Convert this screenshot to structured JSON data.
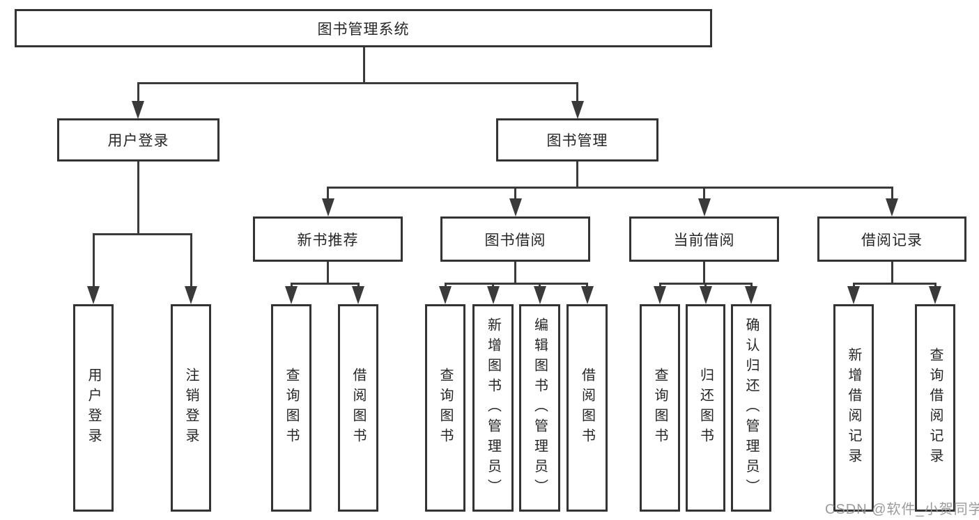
{
  "colors": {
    "background": "#ffffff",
    "box_border": "#333333",
    "connector_line": "#3a3a3a",
    "text": "#262626",
    "watermark_text": "#949494"
  },
  "watermark": "CSDN @软件_小贺同学",
  "diagram": {
    "root": "图书管理系统",
    "level2": {
      "user_login": "用户登录",
      "book_management": "图书管理"
    },
    "level3": {
      "new_book_recommend": "新书推荐",
      "book_borrow": "图书借阅",
      "current_borrow": "当前借阅",
      "borrow_record": "借阅记录"
    },
    "leaves": {
      "user_login_login": "用户登录",
      "user_login_logout": "注销登录",
      "new_book_query": "查询图书",
      "new_book_borrow": "借阅图书",
      "book_borrow_query": "查询图书",
      "book_borrow_add": "新增图书（管理员）",
      "book_borrow_edit": "编辑图书（管理员）",
      "book_borrow_borrow": "借阅图书",
      "current_borrow_query": "查询图书",
      "current_borrow_return": "归还图书",
      "current_borrow_confirm": "确认归还（管理员）",
      "borrow_record_add": "新增借阅记录",
      "borrow_record_query": "查询借阅记录"
    }
  }
}
